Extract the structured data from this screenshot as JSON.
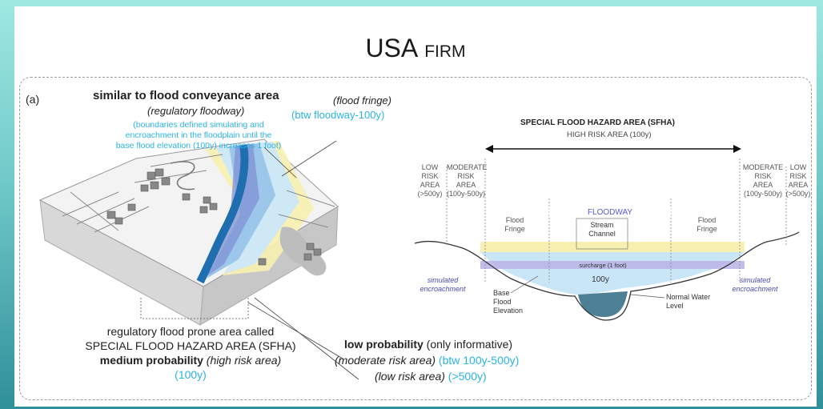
{
  "title": {
    "main": "USA",
    "sub": "FIRM"
  },
  "panel_label": "(a)",
  "left": {
    "conveyance_title": "similar to flood conveyance area",
    "conveyance_sub": "(regulatory floodway)",
    "conveyance_desc": [
      "(boundaries defined simulating and",
      "encroachment in the floodplain until the",
      "base flood elevation (100y) increases 1 foot)"
    ],
    "fringe_title": "(flood fringe)",
    "fringe_range": "(btw floodway-100y)"
  },
  "bottom": {
    "sfha_line1": "regulatory flood prone area called",
    "sfha_line2": "SPECIAL FLOOD HAZARD AREA (SFHA)",
    "medium_bold": "medium probability",
    "medium_rest": " (high risk area)",
    "medium_period": "(100y)",
    "low_bold": "low probability",
    "low_rest": " (only informative)",
    "moderate_text": "(moderate risk area)",
    "moderate_range": " (btw 100y-500y)",
    "lowrisk_text": "(low risk area)",
    "lowrisk_range": " (>500y)"
  },
  "section": {
    "sfha_title": "SPECIAL FLOOD HAZARD AREA (SFHA)",
    "high_risk": "HIGH RISK AREA (100y)",
    "low_risk_left": [
      "LOW",
      "RISK",
      "AREA",
      "(>500y)"
    ],
    "moderate_left": [
      "MODERATE",
      "RISK",
      "AREA",
      "(100y-500y)"
    ],
    "moderate_right": [
      "MODERATE",
      "RISK",
      "AREA",
      "(100y-500y)"
    ],
    "low_risk_right": [
      "LOW",
      "RISK",
      "AREA",
      "(>500y)"
    ],
    "flood_fringe_left": [
      "Flood",
      "Fringe"
    ],
    "flood_fringe_right": [
      "Flood",
      "Fringe"
    ],
    "floodway": "FLOODWAY",
    "stream_channel": [
      "Stream",
      "Channel"
    ],
    "surcharge": "surcharge (1 foot)",
    "period_100y": "100y",
    "simulated_left": [
      "simulated",
      "encroachment"
    ],
    "simulated_right": [
      "simulated",
      "encroachment"
    ],
    "base_flood": [
      "Base",
      "Flood",
      "Elevation"
    ],
    "normal_water": [
      "Normal Water",
      "Level"
    ]
  },
  "colors": {
    "cyan": "#2bb3e6",
    "fringe_yellow": "#f7f0b0",
    "floodway_blue": "#bfe3f5",
    "surcharge_purple": "#b9b2e6",
    "channel_dark": "#4d7f95"
  }
}
